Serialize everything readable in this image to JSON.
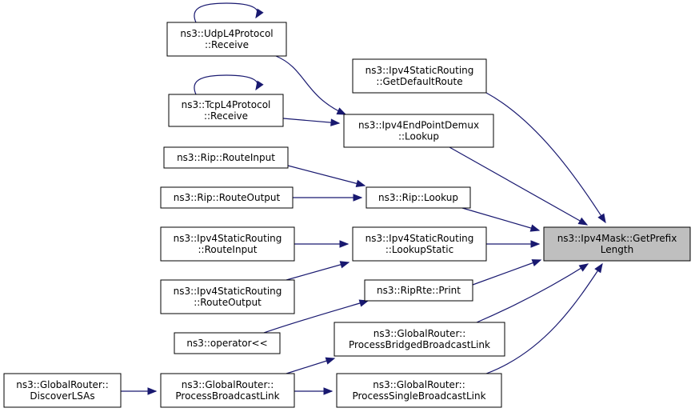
{
  "nodes": [
    {
      "id": "udp_receive",
      "lines": [
        "ns3::UdpL4Protocol",
        "::Receive"
      ]
    },
    {
      "id": "tcp_receive",
      "lines": [
        "ns3::TcpL4Protocol",
        "::Receive"
      ]
    },
    {
      "id": "static_getdefault",
      "lines": [
        "ns3::Ipv4StaticRouting",
        "::GetDefaultRoute"
      ]
    },
    {
      "id": "endpoint_lookup",
      "lines": [
        "ns3::Ipv4EndPointDemux",
        "::Lookup"
      ]
    },
    {
      "id": "rip_routeinput",
      "lines": [
        "ns3::Rip::RouteInput"
      ]
    },
    {
      "id": "rip_routeoutput",
      "lines": [
        "ns3::Rip::RouteOutput"
      ]
    },
    {
      "id": "rip_lookup",
      "lines": [
        "ns3::Rip::Lookup"
      ]
    },
    {
      "id": "static_routeinput",
      "lines": [
        "ns3::Ipv4StaticRouting",
        "::RouteInput"
      ]
    },
    {
      "id": "static_lookupstatic",
      "lines": [
        "ns3::Ipv4StaticRouting",
        "::LookupStatic"
      ]
    },
    {
      "id": "static_routeoutput",
      "lines": [
        "ns3::Ipv4StaticRouting",
        "::RouteOutput"
      ]
    },
    {
      "id": "riprte_print",
      "lines": [
        "ns3::RipRte::Print"
      ]
    },
    {
      "id": "operator_ll",
      "lines": [
        "ns3::operator<<"
      ]
    },
    {
      "id": "gr_bridged",
      "lines": [
        "ns3::GlobalRouter::",
        "ProcessBridgedBroadcastLink"
      ]
    },
    {
      "id": "gr_discover",
      "lines": [
        "ns3::GlobalRouter::",
        "DiscoverLSAs"
      ]
    },
    {
      "id": "gr_broadcast",
      "lines": [
        "ns3::GlobalRouter::",
        "ProcessBroadcastLink"
      ]
    },
    {
      "id": "gr_single",
      "lines": [
        "ns3::GlobalRouter::",
        "ProcessSingleBroadcastLink"
      ]
    },
    {
      "id": "mask_getprefix",
      "lines": [
        "ns3::Ipv4Mask::GetPrefix",
        "Length"
      ],
      "target": true
    }
  ],
  "edges": [
    {
      "from": "udp_receive",
      "to": "udp_receive"
    },
    {
      "from": "tcp_receive",
      "to": "tcp_receive"
    },
    {
      "from": "udp_receive",
      "to": "endpoint_lookup"
    },
    {
      "from": "tcp_receive",
      "to": "endpoint_lookup"
    },
    {
      "from": "rip_routeinput",
      "to": "rip_lookup"
    },
    {
      "from": "rip_routeoutput",
      "to": "rip_lookup"
    },
    {
      "from": "static_routeinput",
      "to": "static_lookupstatic"
    },
    {
      "from": "static_routeoutput",
      "to": "static_lookupstatic"
    },
    {
      "from": "operator_ll",
      "to": "riprte_print"
    },
    {
      "from": "gr_discover",
      "to": "gr_broadcast"
    },
    {
      "from": "gr_broadcast",
      "to": "gr_bridged"
    },
    {
      "from": "gr_broadcast",
      "to": "gr_single"
    },
    {
      "from": "static_getdefault",
      "to": "mask_getprefix"
    },
    {
      "from": "endpoint_lookup",
      "to": "mask_getprefix"
    },
    {
      "from": "rip_lookup",
      "to": "mask_getprefix"
    },
    {
      "from": "static_lookupstatic",
      "to": "mask_getprefix"
    },
    {
      "from": "riprte_print",
      "to": "mask_getprefix"
    },
    {
      "from": "gr_bridged",
      "to": "mask_getprefix"
    },
    {
      "from": "gr_single",
      "to": "mask_getprefix"
    }
  ]
}
